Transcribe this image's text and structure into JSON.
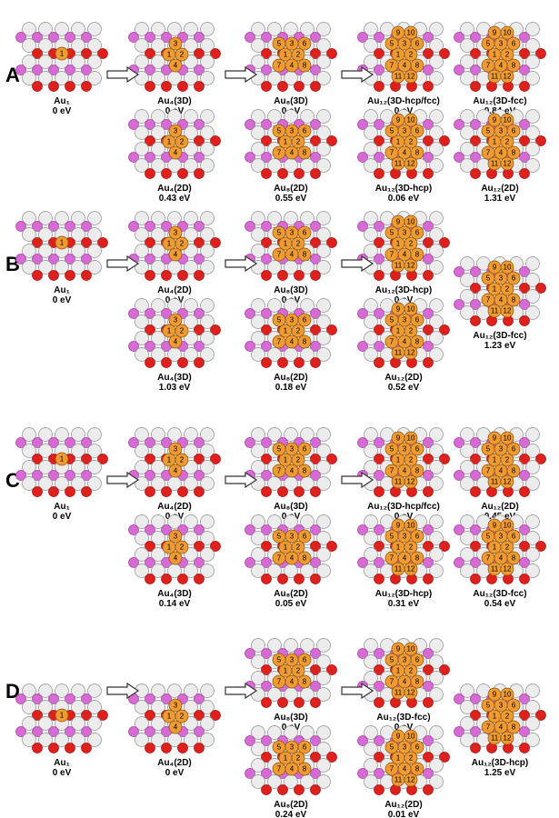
{
  "rows": [
    {
      "letter": "A",
      "panels": [
        {
          "label": "Au₁",
          "energy": "0 eV",
          "atoms": 1
        },
        {
          "label": "Au₄(3D)",
          "energy": "0 eV",
          "atoms": 4
        },
        {
          "label": "Au₄(2D)",
          "energy": "0.43 eV",
          "atoms": 4
        },
        {
          "label": "Au₈(3D)",
          "energy": "0 eV",
          "atoms": 8
        },
        {
          "label": "Au₈(2D)",
          "energy": "0.55 eV",
          "atoms": 8
        },
        {
          "label": "Au₁₂(3D-hcp/fcc)",
          "energy": "0 eV",
          "atoms": 12
        },
        {
          "label": "Au₁₂(3D-hcp)",
          "energy": "0.06 eV",
          "atoms": 12
        },
        {
          "label": "Au₁₂(3D-fcc)",
          "energy": "0.84 eV",
          "atoms": 12
        },
        {
          "label": "Au₁₂(2D)",
          "energy": "1.31 eV",
          "atoms": 12
        }
      ]
    },
    {
      "letter": "B",
      "panels": [
        {
          "label": "Au₁",
          "energy": "0 eV",
          "atoms": 1
        },
        {
          "label": "Au₄(2D)",
          "energy": "0 eV",
          "atoms": 4
        },
        {
          "label": "Au₄(3D)",
          "energy": "1.03 eV",
          "atoms": 4
        },
        {
          "label": "Au₈(3D)",
          "energy": "0 eV",
          "atoms": 8
        },
        {
          "label": "Au₈(2D)",
          "energy": "0.18 eV",
          "atoms": 8
        },
        {
          "label": "Au₁₂(3D-hcp)",
          "energy": "0 eV",
          "atoms": 12
        },
        {
          "label": "Au₁₂(2D)",
          "energy": "0.52 eV",
          "atoms": 12
        },
        {
          "label": "Au₁₂(3D-fcc)",
          "energy": "1.23 eV",
          "atoms": 12
        }
      ]
    },
    {
      "letter": "C",
      "panels": [
        {
          "label": "Au₁",
          "energy": "0 eV",
          "atoms": 1
        },
        {
          "label": "Au₄(2D)",
          "energy": "0 eV",
          "atoms": 4
        },
        {
          "label": "Au₄(3D)",
          "energy": "0.14 eV",
          "atoms": 4
        },
        {
          "label": "Au₈(3D)",
          "energy": "0 eV",
          "atoms": 8
        },
        {
          "label": "Au₈(2D)",
          "energy": "0.05 eV",
          "atoms": 8
        },
        {
          "label": "Au₁₂(3D-hcp/fcc)",
          "energy": "0 eV",
          "atoms": 12
        },
        {
          "label": "Au₁₂(3D-hcp)",
          "energy": "0.31 eV",
          "atoms": 12
        },
        {
          "label": "Au₁₂(2D)",
          "energy": "0.45 eV",
          "atoms": 12
        },
        {
          "label": "Au₁₂(3D-fcc)",
          "energy": "0.54 eV",
          "atoms": 12
        }
      ]
    },
    {
      "letter": "D",
      "panels": [
        {
          "label": "Au₁",
          "energy": "0 eV",
          "atoms": 1
        },
        {
          "label": "Au₄(2D)",
          "energy": "0 eV",
          "atoms": 4
        },
        {
          "label": "Au₈(3D)",
          "energy": "0 eV",
          "atoms": 8
        },
        {
          "label": "Au₈(2D)",
          "energy": "0.24 eV",
          "atoms": 8
        },
        {
          "label": "Au₁₂(3D-fcc)",
          "energy": "0 eV",
          "atoms": 12
        },
        {
          "label": "Au₁₂(2D)",
          "energy": "0.01 eV",
          "atoms": 12
        },
        {
          "label": "Au₁₂(3D-hcp)",
          "energy": "1.25 eV",
          "atoms": 12
        }
      ]
    }
  ],
  "colors": {
    "substrate_white": "#ececec",
    "substrate_magenta": "#d86ad6",
    "substrate_red": "#e0201c",
    "gold_atom": "#ef9b32"
  }
}
